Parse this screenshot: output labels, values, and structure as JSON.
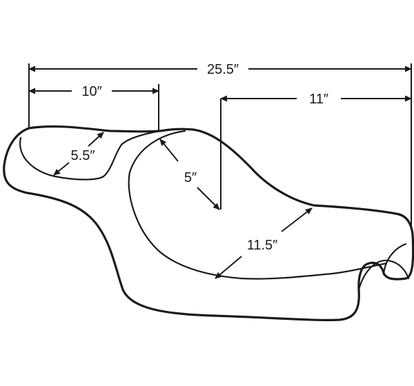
{
  "diagram": {
    "dimensions": {
      "overall_length": "25.5″",
      "seat_to_back": "10″",
      "rear_portion": "11″",
      "passenger_width": "5.5″",
      "rider_width": "5″",
      "rider_length": "11.5″"
    },
    "colors": {
      "line": "#1a1a1a",
      "background": "#ffffff"
    }
  }
}
